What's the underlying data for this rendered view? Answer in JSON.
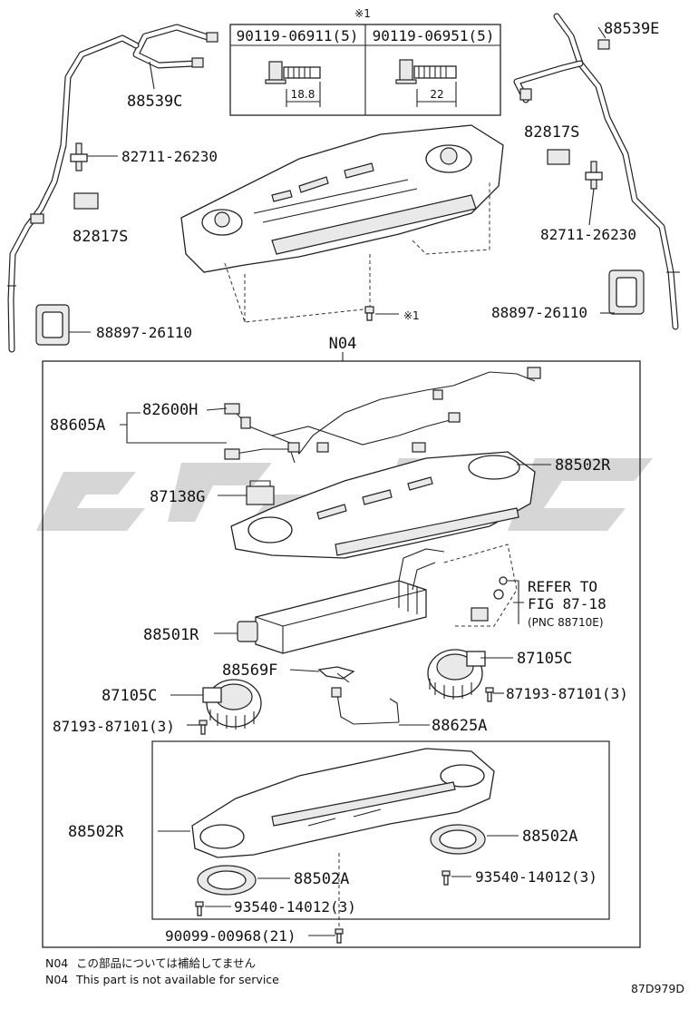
{
  "bolt_table": {
    "ref_mark": "※1",
    "col1_part": "90119-06911(5)",
    "col1_dim": "18.8",
    "col2_part": "90119-06951(5)",
    "col2_dim": "22"
  },
  "top_labels": {
    "hose_left": "88539C",
    "hose_right": "88539E",
    "clamp_left": "82711-26230",
    "clamp_right": "82711-26230",
    "pad_left": "82817S",
    "pad_right": "82817S",
    "grommet_left": "88897-26110",
    "grommet_right": "88897-26110",
    "bolt_ref": "※1"
  },
  "group": {
    "code": "N04"
  },
  "group_labels": {
    "harness": "88605A",
    "connector": "82600H",
    "cover_top": "88502R",
    "resistor": "87138G",
    "refer_line1": "REFER TO",
    "refer_line2": "FIG 87-18",
    "refer_line3": "(PNC 88710E)",
    "evaporator": "88501R",
    "sensor": "88569F",
    "blower_right": "87105C",
    "screw_right": "87193-87101(3)",
    "blower_left": "87105C",
    "screw_left": "87193-87101(3)",
    "pipe": "88625A",
    "case_lower": "88502R",
    "ring_right": "88502A",
    "ring_left": "88502A",
    "screw_ring_right": "93540-14012(3)",
    "screw_ring_left": "93540-14012(3)",
    "screw_case": "90099-00968(21)"
  },
  "footer": {
    "note_jp_code": "N04",
    "note_jp_text": "この部品については補給してません",
    "note_en_code": "N04",
    "note_en_text": "This part is not available for service",
    "figure_id": "87D979D"
  },
  "colors": {
    "watermark": "#d0d0d0",
    "ink": "#111111"
  }
}
